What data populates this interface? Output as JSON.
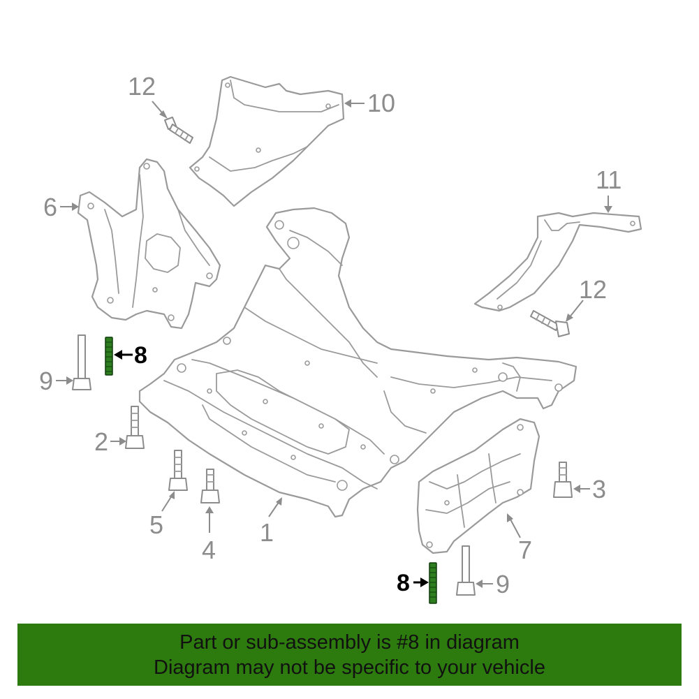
{
  "diagram": {
    "callouts": {
      "c1": "1",
      "c2": "2",
      "c3": "3",
      "c4": "4",
      "c5": "5",
      "c6": "6",
      "c7": "7",
      "c8_top": "8",
      "c8_bottom": "8",
      "c9_left": "9",
      "c9_right": "9",
      "c10": "10",
      "c11": "11",
      "c12_left": "12",
      "c12_right": "12"
    },
    "highlighted_part": "8",
    "highlight_color": "#2d7a0e"
  },
  "banner": {
    "line1": "Part or sub-assembly is #8 in diagram",
    "line2": "Diagram may not be specific to your vehicle",
    "background_color": "#2d7a0e"
  }
}
